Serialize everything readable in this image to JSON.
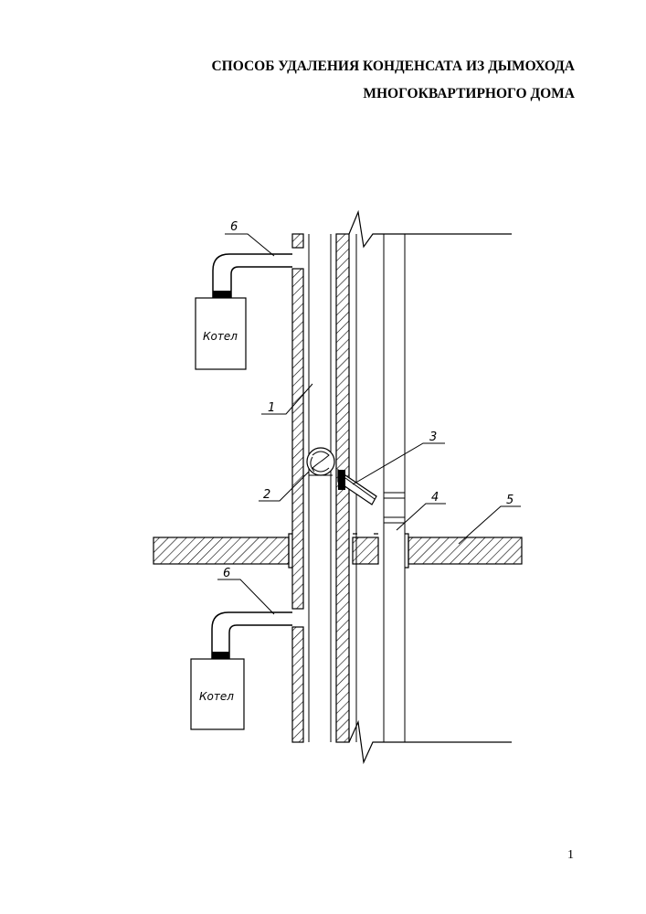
{
  "document": {
    "title_line1": "СПОСОБ УДАЛЕНИЯ КОНДЕНСАТА ИЗ ДЫМОХОДА",
    "title_line2": "МНОГОКВАРТИРНОГО ДОМА",
    "page_number": "1"
  },
  "diagram": {
    "labels": {
      "chimney": "1",
      "fan": "2",
      "drain_pipe": "3",
      "riser": "4",
      "floor_slab": "5",
      "flue_upper": "6",
      "flue_lower": "6"
    },
    "boiler_upper": "Котел",
    "boiler_lower": "Котел"
  }
}
